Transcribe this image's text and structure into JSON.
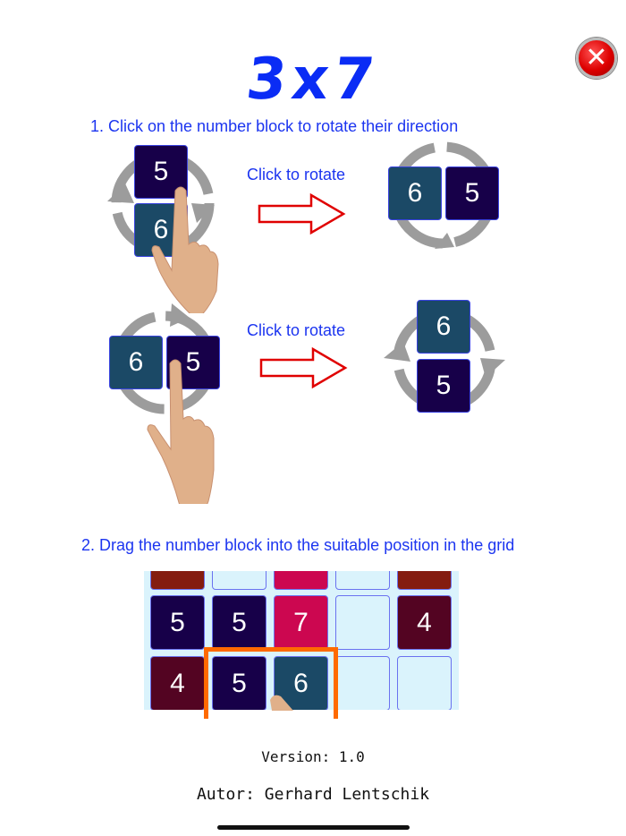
{
  "header": {
    "title": "3x7",
    "close_button": {
      "icon": "close-x-icon",
      "color": "#dd0000"
    }
  },
  "step1": {
    "instruction": "1. Click on the number block to rotate their direction",
    "examples": [
      {
        "before": {
          "orientation": "vertical",
          "blocks": [
            "5",
            "6"
          ]
        },
        "arrow_label": "Click to rotate",
        "after": {
          "orientation": "horizontal",
          "blocks": [
            "6",
            "5"
          ]
        }
      },
      {
        "before": {
          "orientation": "horizontal",
          "blocks": [
            "6",
            "5"
          ]
        },
        "arrow_label": "Click to rotate",
        "after": {
          "orientation": "vertical",
          "blocks": [
            "6",
            "5"
          ]
        }
      }
    ]
  },
  "step2": {
    "instruction": "2. Drag the number block into the suitable position in the grid",
    "grid": {
      "rows": [
        [
          {
            "v": "",
            "c": "#841c10"
          },
          {
            "v": "",
            "c": "empty"
          },
          {
            "v": "",
            "c": "#cc0750"
          },
          {
            "v": "",
            "c": "empty"
          },
          {
            "v": "",
            "c": "#841c10"
          }
        ],
        [
          {
            "v": "5",
            "c": "#170049"
          },
          {
            "v": "5",
            "c": "#170049"
          },
          {
            "v": "7",
            "c": "#cc0750"
          },
          {
            "v": "",
            "c": "empty"
          },
          {
            "v": "4",
            "c": "#530422"
          }
        ],
        [
          {
            "v": "4",
            "c": "#530422"
          },
          {
            "v": "5",
            "c": "#170049"
          },
          {
            "v": "6",
            "c": "#1b4966"
          },
          {
            "v": "",
            "c": "empty"
          },
          {
            "v": "",
            "c": "empty"
          }
        ]
      ],
      "highlight_color": "#ff6a00"
    }
  },
  "footer": {
    "version": "Version: 1.0",
    "author": "Autor: Gerhard Lentschik"
  },
  "colors": {
    "accent_blue": "#1c35f0",
    "block_5": "#170049",
    "block_6": "#1b4966",
    "arrow_red": "#e00000"
  }
}
